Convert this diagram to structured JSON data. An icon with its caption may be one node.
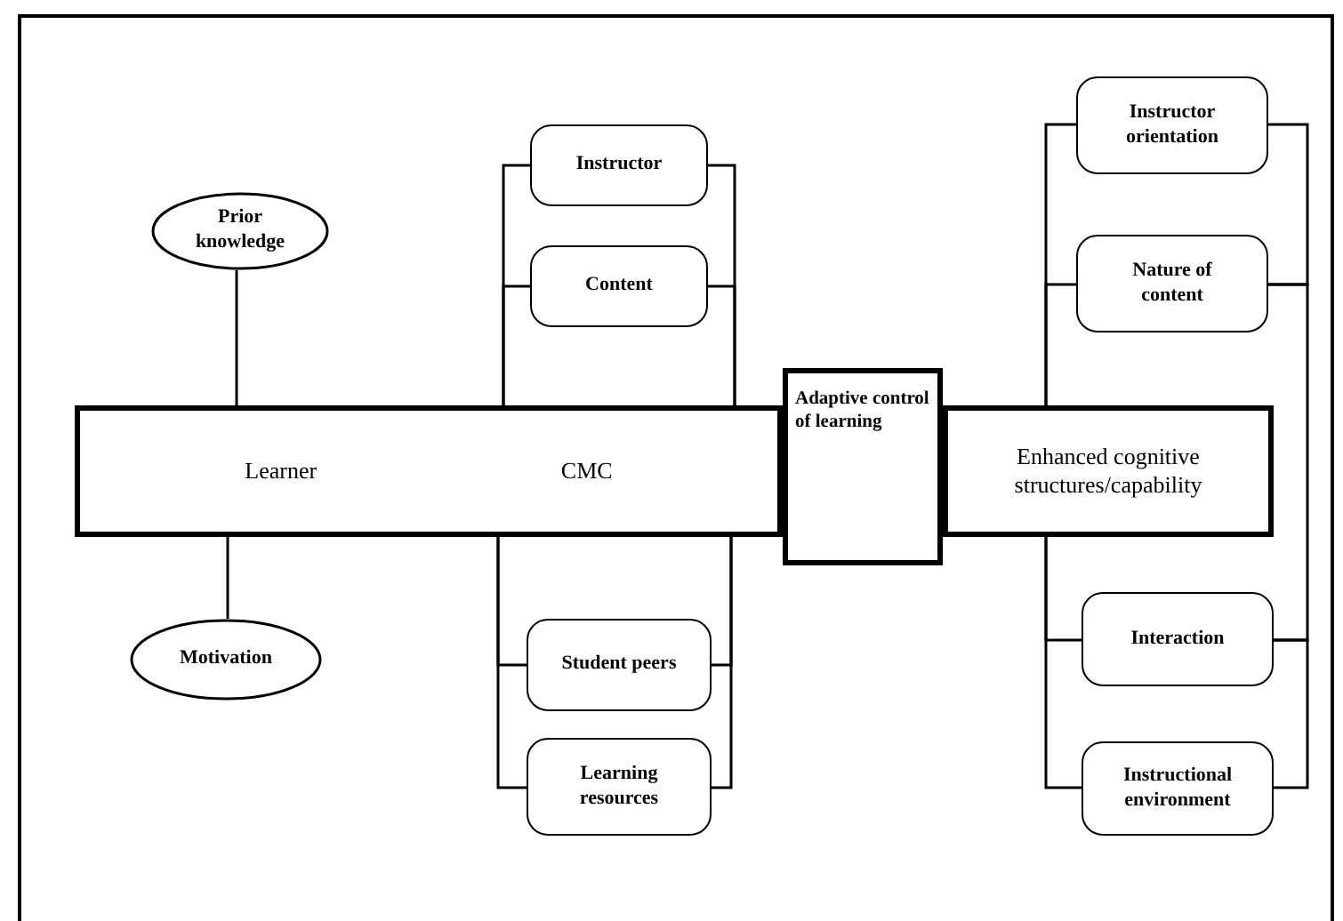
{
  "diagram": {
    "nodes": [
      {
        "text": [
          "Prior knowledge"
        ]
      },
      {
        "text": [
          "Instructor"
        ]
      },
      {
        "text": [
          "Content"
        ]
      },
      {
        "text": [
          "Instructor orientation"
        ]
      },
      {
        "text": [
          "Nature of content"
        ]
      },
      {
        "text": [
          "Learner",
          "CMC"
        ]
      },
      {
        "text": [
          "Adaptive control of learning"
        ]
      },
      {
        "text": [
          "Enhanced cognitive structures/capability"
        ]
      },
      {
        "text": [
          "Motivation"
        ]
      },
      {
        "text": [
          "Student peers"
        ]
      },
      {
        "text": [
          "Learning resources"
        ]
      },
      {
        "text": [
          "Interaction"
        ]
      },
      {
        "text": [
          "Instructional environment"
        ]
      }
    ],
    "edges": [
      {
        "from": 0,
        "to": 5,
        "arrow": "none"
      },
      {
        "from": 5,
        "to": 8,
        "arrow": "none"
      },
      {
        "from": 5,
        "to": 1,
        "arrow": "none"
      },
      {
        "from": 5,
        "to": 2,
        "arrow": "none"
      },
      {
        "from": 1,
        "to": 5,
        "arrow": "none"
      },
      {
        "from": 2,
        "to": 5,
        "arrow": "none"
      },
      {
        "from": 5,
        "to": 9,
        "arrow": "none"
      },
      {
        "from": 5,
        "to": 10,
        "arrow": "none"
      },
      {
        "from": 9,
        "to": 5,
        "arrow": "none"
      },
      {
        "from": 10,
        "to": 5,
        "arrow": "none"
      },
      {
        "from": 7,
        "to": 3,
        "arrow": "none"
      },
      {
        "from": 7,
        "to": 4,
        "arrow": "none"
      },
      {
        "from": 3,
        "to": 4,
        "arrow": "none"
      },
      {
        "from": 4,
        "to": 11,
        "arrow": "none"
      },
      {
        "from": 11,
        "to": 12,
        "arrow": "none"
      },
      {
        "from": 7,
        "to": 11,
        "arrow": "none"
      },
      {
        "from": 7,
        "to": 12,
        "arrow": "none"
      }
    ]
  }
}
